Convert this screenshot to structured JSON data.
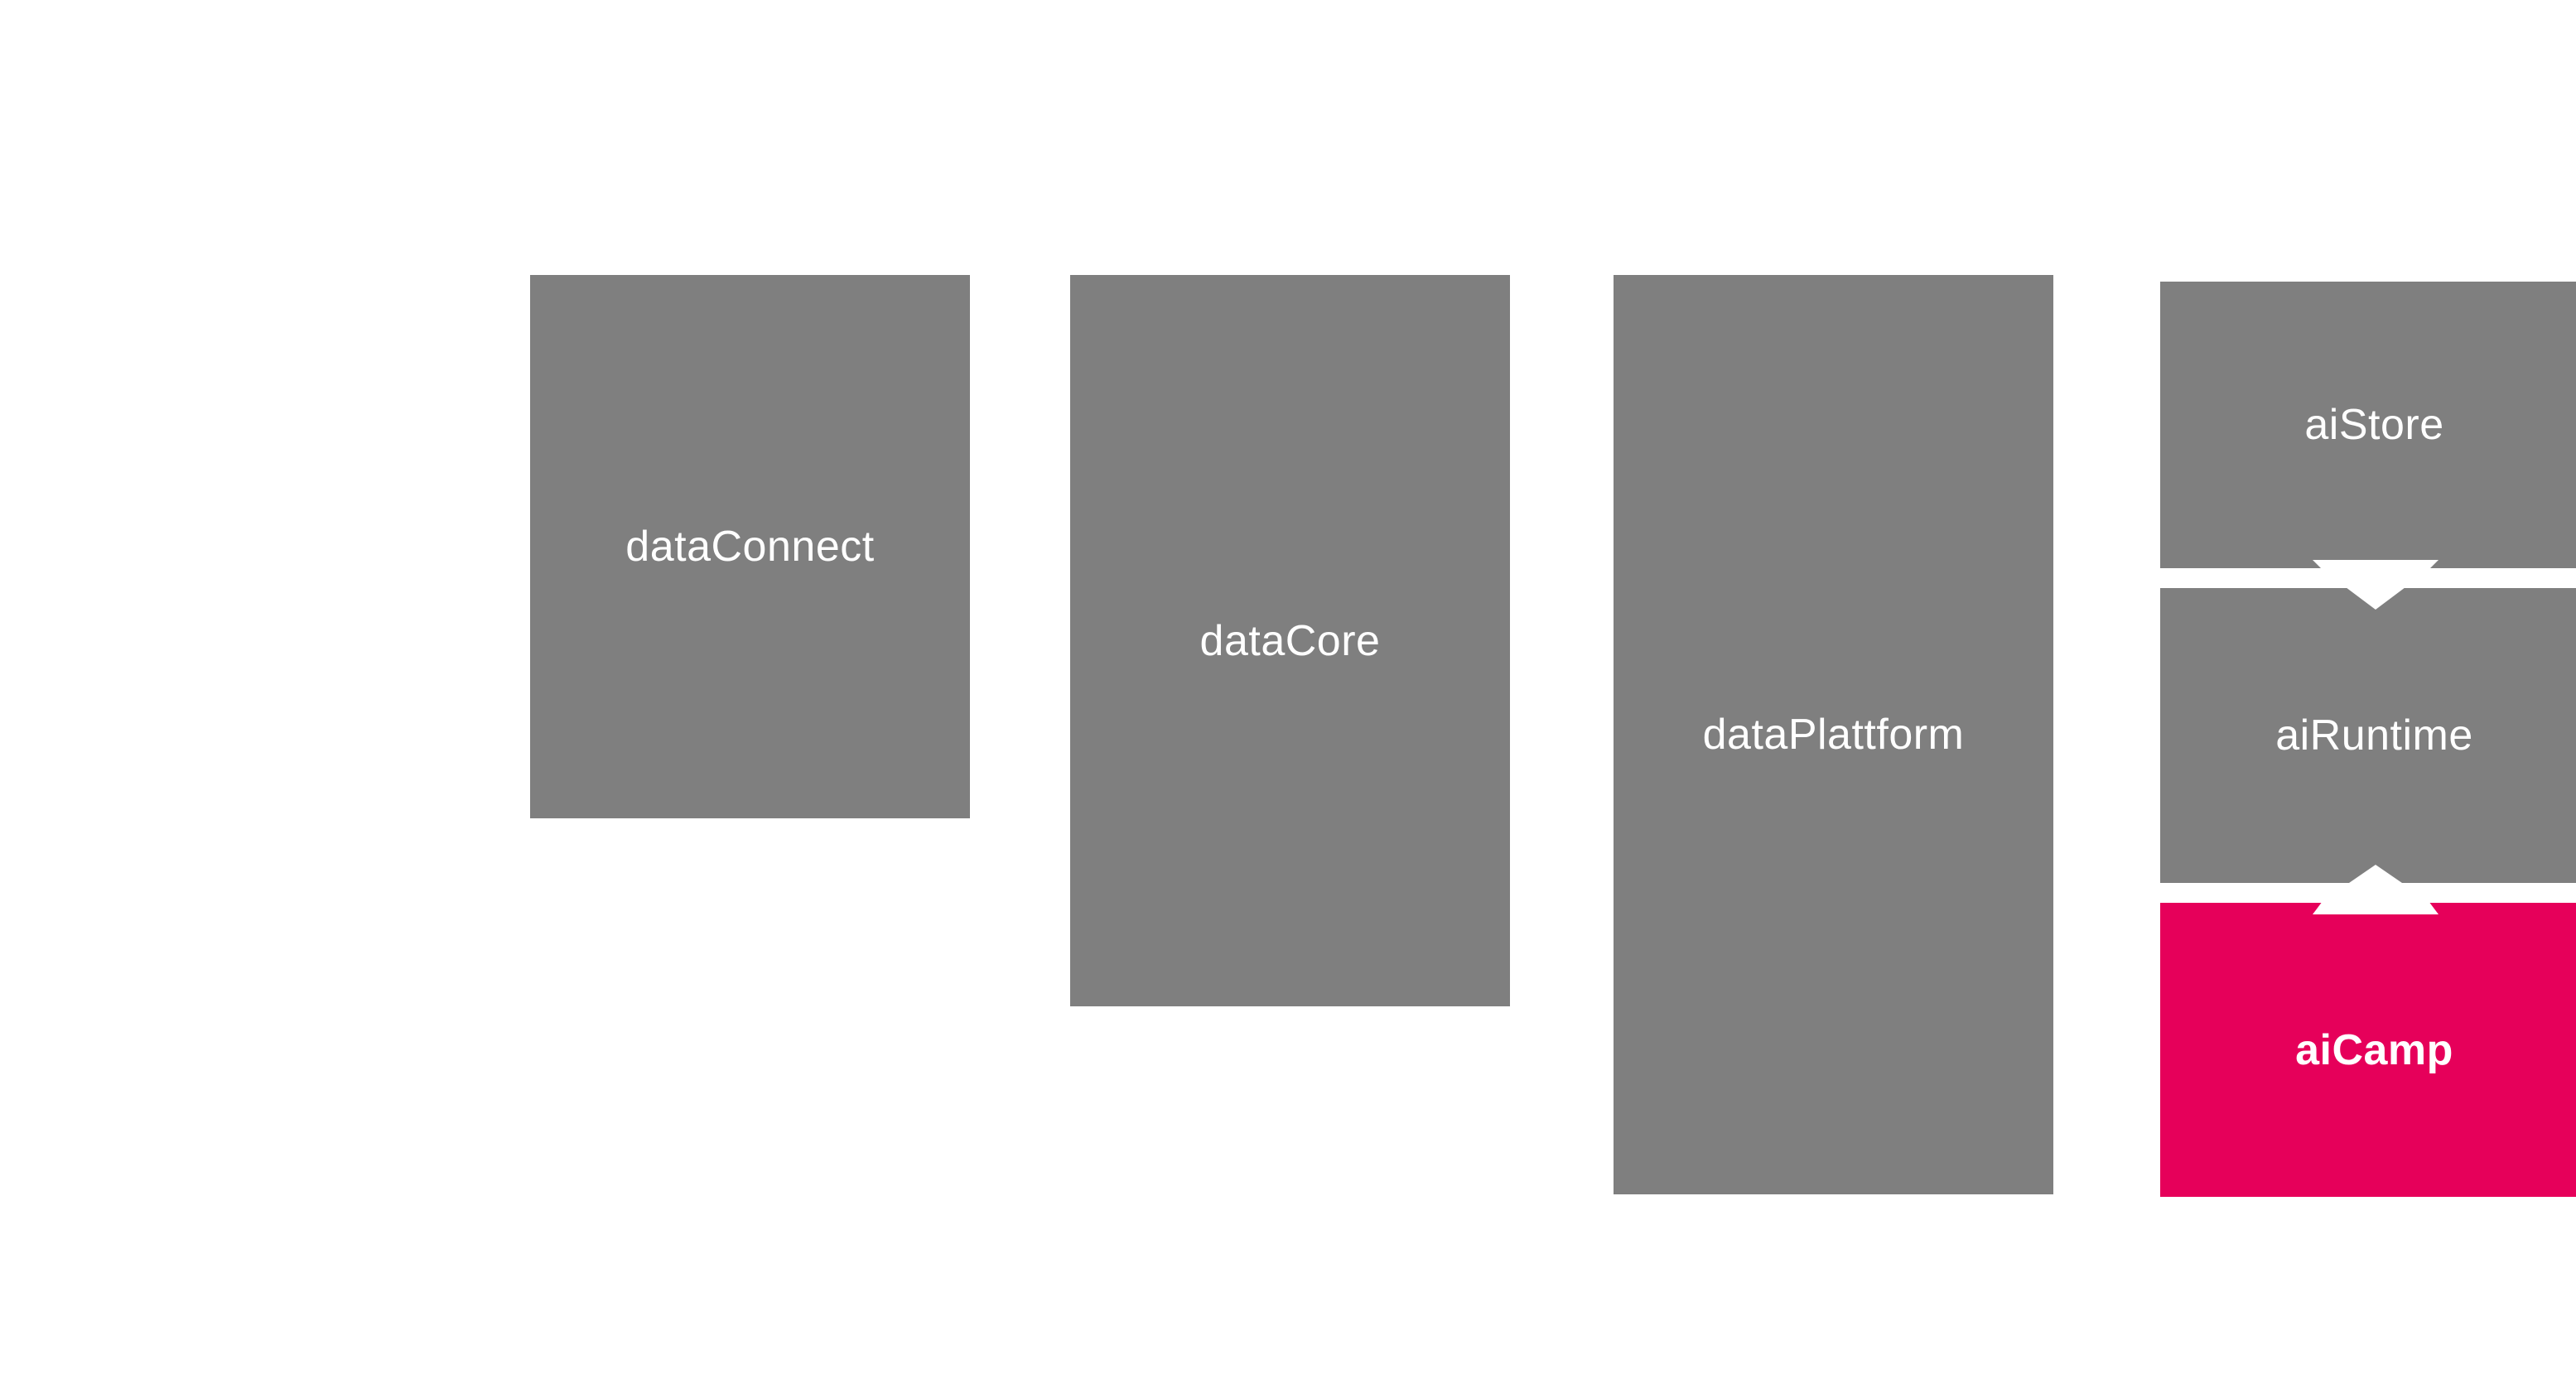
{
  "colors": {
    "background": "#ffffff",
    "block_gray": "#7f7f7f",
    "accent_magenta": "#e6005a",
    "label_text": "#ffffff"
  },
  "blocks": {
    "dataConnect": {
      "label": "dataConnect"
    },
    "dataCore": {
      "label": "dataCore"
    },
    "dataPlattform": {
      "label": "dataPlattform"
    },
    "aiStore": {
      "label": "aiStore"
    },
    "aiRuntime": {
      "label": "aiRuntime"
    },
    "aiCamp": {
      "label": "aiCamp"
    }
  },
  "connectors": {
    "store_to_runtime": {
      "direction": "down",
      "icon": "arrow-down-icon"
    },
    "camp_to_runtime": {
      "direction": "up",
      "icon": "arrow-up-icon"
    }
  }
}
